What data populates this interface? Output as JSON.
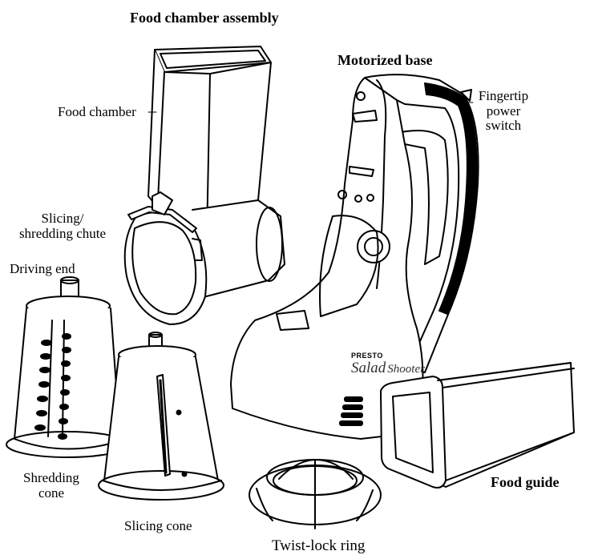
{
  "labels": {
    "food_chamber_assembly": "Food chamber assembly",
    "motorized_base": "Motorized base",
    "food_chamber": "Food chamber",
    "fingertip_power_switch": [
      "Fingertip",
      "power",
      "switch"
    ],
    "slicing_shredding_chute": [
      "Slicing/",
      "shredding chute"
    ],
    "driving_end": "Driving end",
    "shredding_cone": [
      "Shredding",
      "cone"
    ],
    "slicing_cone": "Slicing cone",
    "twist_lock_ring": "Twist-lock ring",
    "food_guide": "Food guide"
  },
  "logo": {
    "brand": "PRESTO",
    "product_line1": "Salad",
    "product_line2": "Shooter"
  },
  "colors": {
    "ink": "#000000",
    "paper": "#ffffff"
  }
}
